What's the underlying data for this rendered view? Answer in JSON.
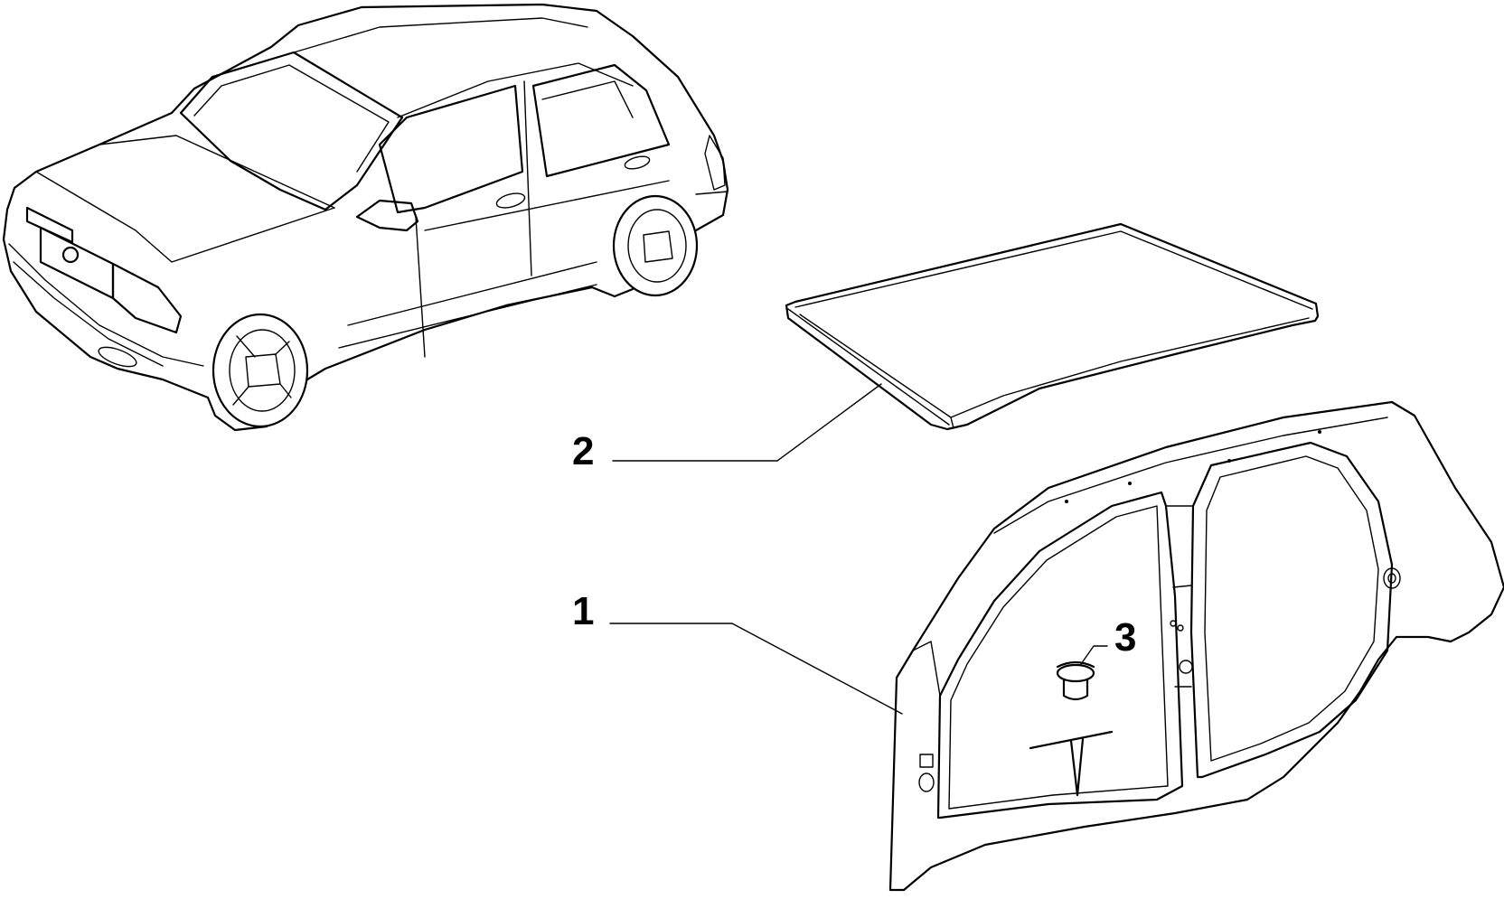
{
  "callouts": [
    {
      "number": "2",
      "part": "roof-panel"
    },
    {
      "number": "1",
      "part": "side-body-panel"
    },
    {
      "number": "3",
      "part": "plug"
    }
  ],
  "colors": {
    "line": "#000000",
    "background": "#ffffff"
  }
}
